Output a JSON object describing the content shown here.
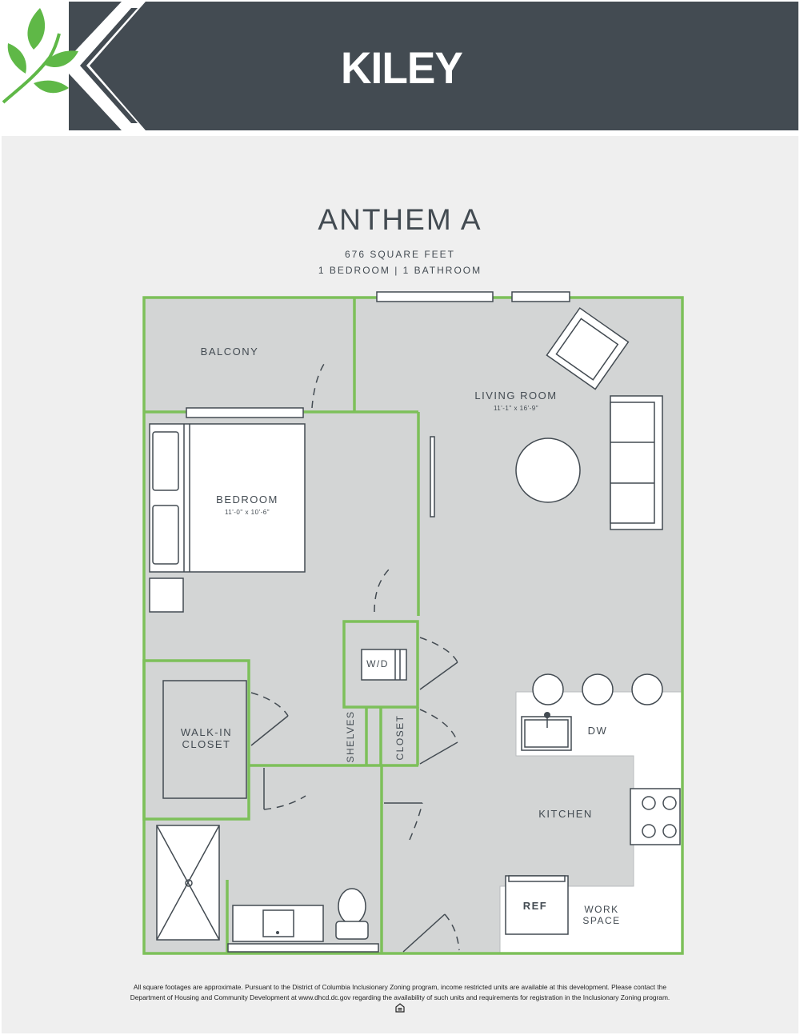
{
  "header": {
    "brand": "KILEY",
    "logo_icon": "kiley-leaf-logo-icon",
    "colors": {
      "header_bg": "#434b52",
      "leaf_green": "#5fb847",
      "wall_green": "#7dc05a"
    }
  },
  "plan": {
    "name": "ANTHEM A",
    "square_feet": "676 SQUARE FEET",
    "beds_baths": "1 BEDROOM | 1 BATHROOM"
  },
  "rooms": {
    "balcony": "BALCONY",
    "living_room": "LIVING ROOM",
    "living_room_dims": "11'-1\" x 16'-9\"",
    "bedroom": "BEDROOM",
    "bedroom_dims": "11'-0\" x 10'-6\"",
    "wd": "W/D",
    "walk_in_line1": "WALK-IN",
    "walk_in_line2": "CLOSET",
    "shelves": "SHELVES",
    "closet": "CLOSET",
    "dw": "DW",
    "kitchen": "KITCHEN",
    "ref": "REF",
    "work_line1": "WORK",
    "work_line2": "SPACE"
  },
  "footer": {
    "disclaimer_line1": "All square footages are approximate. Pursuant to the District of Columbia Inclusionary Zoning program, income restricted units are available at this development. Please contact the",
    "disclaimer_line2": "Department of Housing and Community Development at www.dhcd.dc.gov regarding the availability of such units and requirements for registration in the Inclusionary Zoning program.",
    "equal_housing_icon": "equal-housing-icon"
  }
}
